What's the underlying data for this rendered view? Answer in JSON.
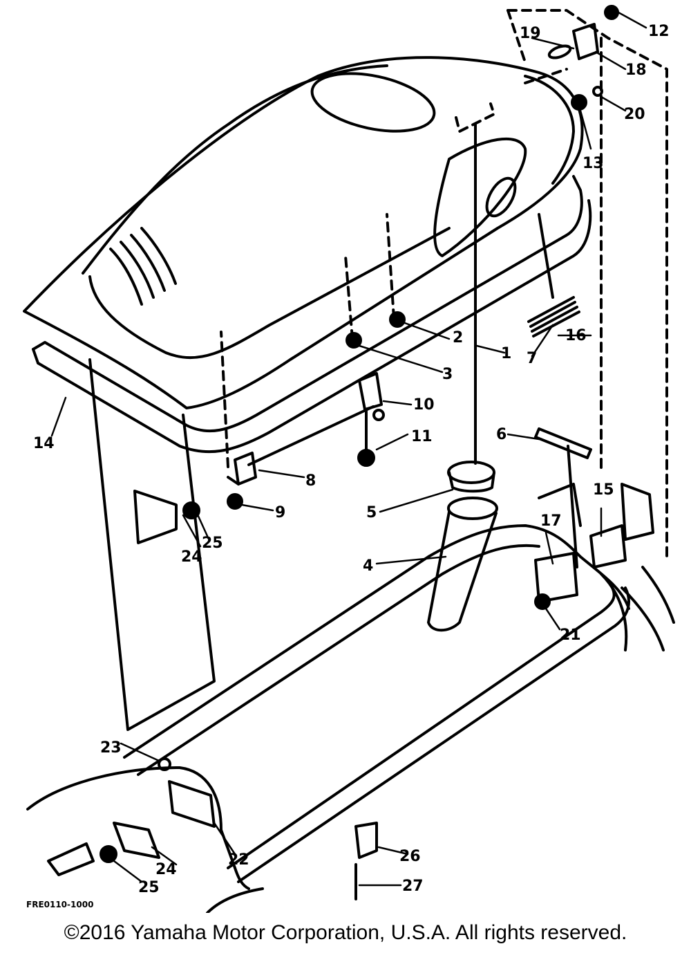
{
  "diagram": {
    "ref_code": "FRE0110-1000",
    "labels": {
      "p1": "1",
      "p2": "2",
      "p3": "3",
      "p4": "4",
      "p5": "5",
      "p6": "6",
      "p7": "7",
      "p8": "8",
      "p9": "9",
      "p10": "10",
      "p11": "11",
      "p12": "12",
      "p13": "13",
      "p14": "14",
      "p15": "15",
      "p16": "16",
      "p17": "17",
      "p18": "18",
      "p19": "19",
      "p20": "20",
      "p21": "21",
      "p22": "22",
      "p23": "23",
      "p24a": "24",
      "p24b": "24",
      "p25a": "25",
      "p25b": "25",
      "p26": "26",
      "p27": "27"
    }
  },
  "footer": {
    "copyright": "©2016 Yamaha Motor Corporation, U.S.A. All rights reserved."
  }
}
